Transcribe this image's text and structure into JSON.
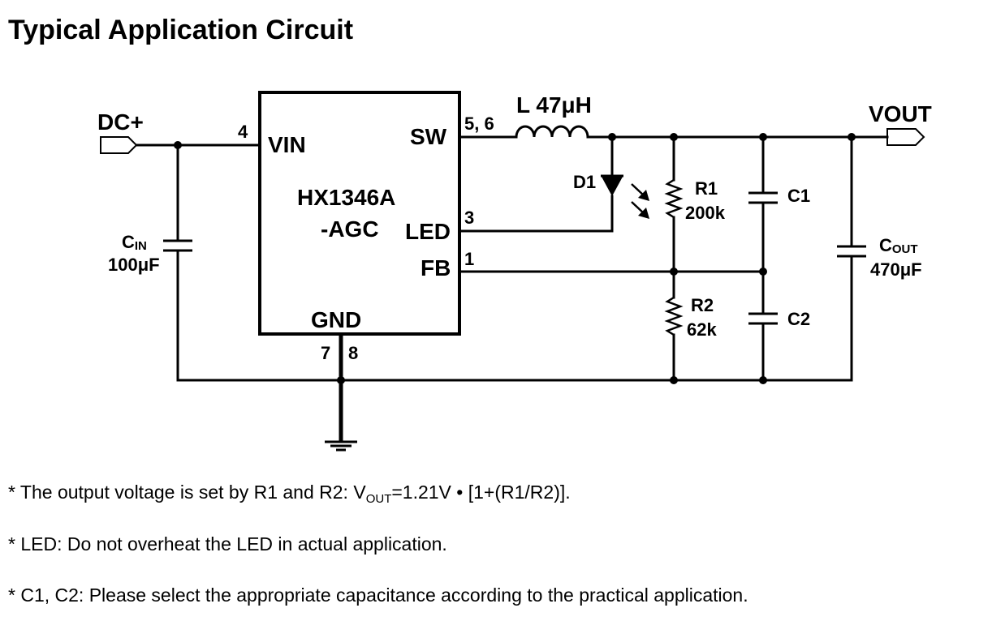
{
  "title": "Typical Application Circuit",
  "circuit": {
    "ic": {
      "name_line1": "HX1346A",
      "name_line2": "-AGC"
    },
    "pins": {
      "vin": "VIN",
      "sw": "SW",
      "led": "LED",
      "fb": "FB",
      "gnd": "GND"
    },
    "pin_numbers": {
      "vin": "4",
      "sw": "5, 6",
      "led": "3",
      "fb": "1",
      "gnd_a": "7",
      "gnd_b": "8"
    },
    "ports": {
      "input": "DC+",
      "output": "VOUT"
    },
    "components": {
      "inductor": "L 47μH",
      "diode": "D1",
      "r1_name": "R1",
      "r1_value": "200k",
      "r2_name": "R2",
      "r2_value": "62k",
      "c1": "C1",
      "c2": "C2",
      "cin_main": "C",
      "cin_sub": "IN",
      "cin_value": "100μF",
      "cout_main": "C",
      "cout_sub": "OUT",
      "cout_value": "470μF"
    }
  },
  "notes": {
    "n1_pre": "* The output voltage is set by R1 and R2: V",
    "n1_sub": "OUT",
    "n1_post": "=1.21V • [1+(R1/R2)].",
    "n2": "* LED:  Do not overheat the LED in actual application.",
    "n3": "* C1, C2: Please select the appropriate capacitance according to the practical application."
  }
}
